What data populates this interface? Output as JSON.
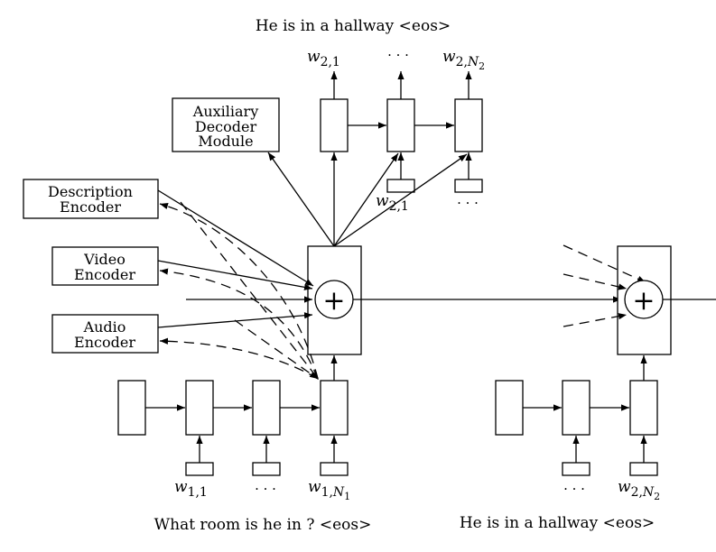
{
  "top_sentence": "He is in a hallway <eos>",
  "question_sentence": "What room is he in ? <eos>",
  "answer_sentence": "He is in a hallway <eos>",
  "modules": {
    "auxiliary": [
      "Auxiliary",
      "Decoder",
      "Module"
    ],
    "description": [
      "Description",
      "Encoder"
    ],
    "video": [
      "Video",
      "Encoder"
    ],
    "audio": [
      "Audio",
      "Encoder"
    ]
  },
  "token_labels": {
    "out_first": {
      "base": "w",
      "sub": "2,1"
    },
    "out_dots": "· · ·",
    "out_last": {
      "base": "w",
      "sub": "2,",
      "subsub": "2",
      "subvar": "N"
    },
    "dec_in_first": {
      "base": "w",
      "sub": "2,1"
    },
    "dec_in_dots": "· · ·",
    "enc_in_first": {
      "base": "w",
      "sub": "1,1"
    },
    "enc_in_dots": "· · ·",
    "enc_in_last": {
      "base": "w",
      "sub": "1,",
      "subsub": "1",
      "subvar": "N"
    },
    "right_dots": "· · ·",
    "right_last": {
      "base": "w",
      "sub": "2,",
      "subsub": "2",
      "subvar": "N"
    }
  },
  "plus_symbol": "+"
}
